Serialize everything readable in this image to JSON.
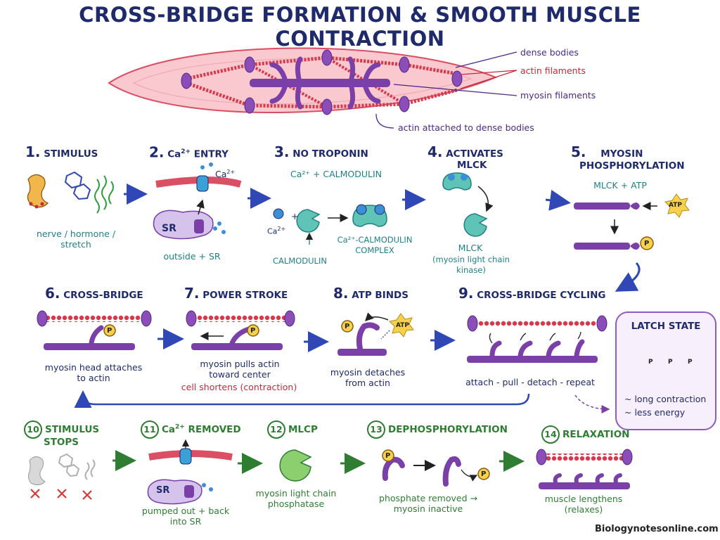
{
  "title": "CROSS-BRIDGE FORMATION & SMOOTH MUSCLE CONTRACTION",
  "cell_labels": {
    "dense_bodies": "dense bodies",
    "actin_filaments": "actin filaments",
    "myosin_filaments": "myosin filaments",
    "actin_attached": "actin attached to dense bodies"
  },
  "steps": [
    {
      "num": "1.",
      "title": "STIMULUS",
      "caption": [
        "nerve / hormone /",
        "stretch"
      ]
    },
    {
      "num": "2.",
      "title_pre": "Ca",
      "title_sup": "2+",
      "title_post": " ENTRY",
      "ion": "Ca",
      "ion_sup": "2+",
      "sr": "SR",
      "caption": "outside + SR"
    },
    {
      "num": "3.",
      "title": "NO TROPONIN",
      "subtitle": "Ca²⁺ + CALMODULIN",
      "ion": "Ca",
      "ion_sup": "2+",
      "plus": "+",
      "complex": [
        "Ca²⁺-CALMODULIN",
        "COMPLEX"
      ],
      "calmodulin": "CALMODULIN"
    },
    {
      "num": "4.",
      "title": [
        "ACTIVATES",
        "MLCK"
      ],
      "label": "MLCK",
      "caption": [
        "(myosin light chain",
        "kinase)"
      ]
    },
    {
      "num": "5.",
      "title": [
        "MYOSIN",
        "PHOSPHORYLATION"
      ],
      "subtitle": "MLCK + ATP",
      "atp": "ATP",
      "p": "P"
    },
    {
      "num": "6.",
      "title": "CROSS-BRIDGE",
      "caption": [
        "myosin head attaches",
        "to actin"
      ],
      "p": "P"
    },
    {
      "num": "7.",
      "title": "POWER STROKE",
      "caption": [
        "myosin pulls actin",
        "toward center"
      ],
      "note": "cell shortens (contraction)",
      "p": "P"
    },
    {
      "num": "8.",
      "title": "ATP BINDS",
      "caption": [
        "myosin detaches",
        "from actin"
      ],
      "atp": "ATP",
      "p": "P"
    },
    {
      "num": "9.",
      "title": "CROSS-BRIDGE CYCLING",
      "caption": "attach - pull - detach - repeat"
    },
    {
      "num": "10",
      "title": [
        "STIMULUS",
        "STOPS"
      ]
    },
    {
      "num": "11",
      "title_pre": "Ca",
      "title_sup": "2+",
      "title_post": " REMOVED",
      "sr": "SR",
      "caption": [
        "pumped out + back",
        "into SR"
      ]
    },
    {
      "num": "12",
      "title": "MLCP",
      "caption": [
        "myosin light chain",
        "phosphatase"
      ]
    },
    {
      "num": "13",
      "title": "DEPHOSPHORYLATION",
      "caption": [
        "phosphate removed →",
        "myosin inactive"
      ],
      "p": "P"
    },
    {
      "num": "14",
      "title": "RELAXATION",
      "caption": [
        "muscle lengthens",
        "(relaxes)"
      ]
    }
  ],
  "latch": {
    "title": "LATCH STATE",
    "points": [
      "~ long contraction",
      "~ less energy"
    ],
    "p": "P"
  },
  "footer": "Biologynotesonline.com",
  "colors": {
    "navy": "#1f2a6b",
    "teal": "#1f7f86",
    "green": "#2e7d32",
    "red": "#c6283d",
    "myosin": "#7b3fa8",
    "actin": "#d6384c",
    "atp": "#f6d24a"
  }
}
